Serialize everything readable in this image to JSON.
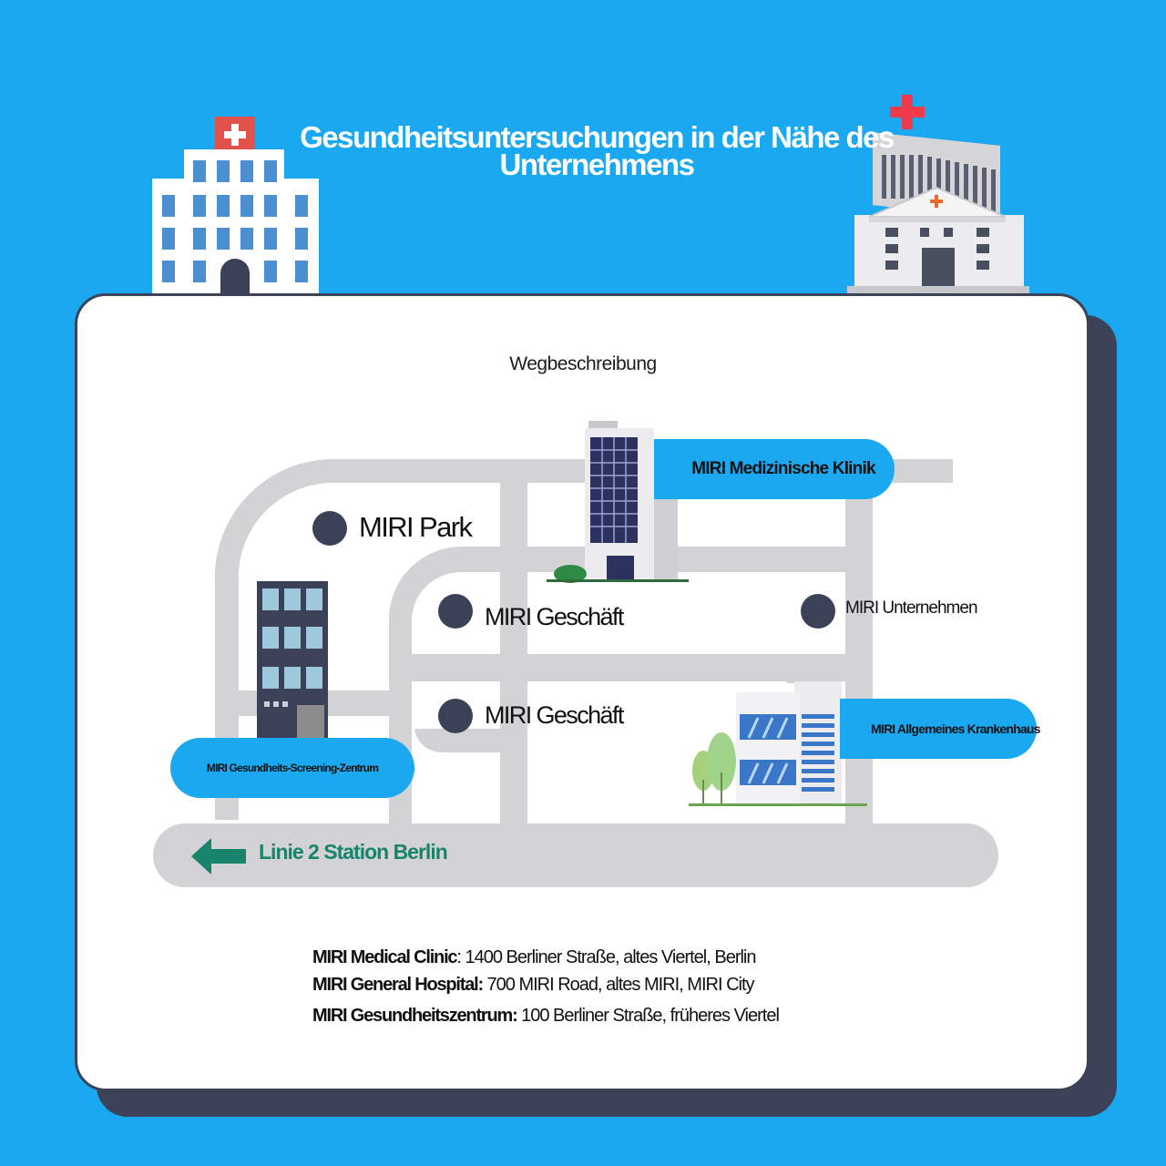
{
  "title": "Gesundheitsuntersuchungen in der Nähe des Unternehmens",
  "subtitle": "Wegbeschreibung",
  "places": {
    "park": "MIRI Park",
    "shop1": "MIRI Geschäft",
    "shop2": "MIRI Geschäft",
    "company": "MIRI Unternehmen"
  },
  "facilities": {
    "clinic": "MIRI Medizinische Klinik",
    "hospital": "MIRI Allgemeines Krankenhaus",
    "screening": "MIRI Gesundheits-Screening-Zentrum"
  },
  "station": "Linie 2 Station Berlin",
  "addresses": [
    {
      "name": "MIRI Medical Clinic",
      "sep": ":",
      "text": " 1400 Berliner Straße, altes Viertel, Berlin"
    },
    {
      "name": "MIRI General Hospital:",
      "sep": "",
      "text": " 700 MIRI Road, altes MIRI, MIRI City"
    },
    {
      "name": "MIRI Gesundheitszentrum:",
      "sep": "",
      "text": " 100 Berliner Straße, früheres Viertel"
    }
  ],
  "colors": {
    "background": "#1aa8f0",
    "card_shadow": "#3c4258",
    "road": "#d3d3d6",
    "station_green": "#17836b",
    "dot": "#3b4258"
  },
  "icons": [
    "hospital-building-icon",
    "hospital-building-classic-icon",
    "medical-cross-icon",
    "left-arrow-icon",
    "tree-icon"
  ]
}
